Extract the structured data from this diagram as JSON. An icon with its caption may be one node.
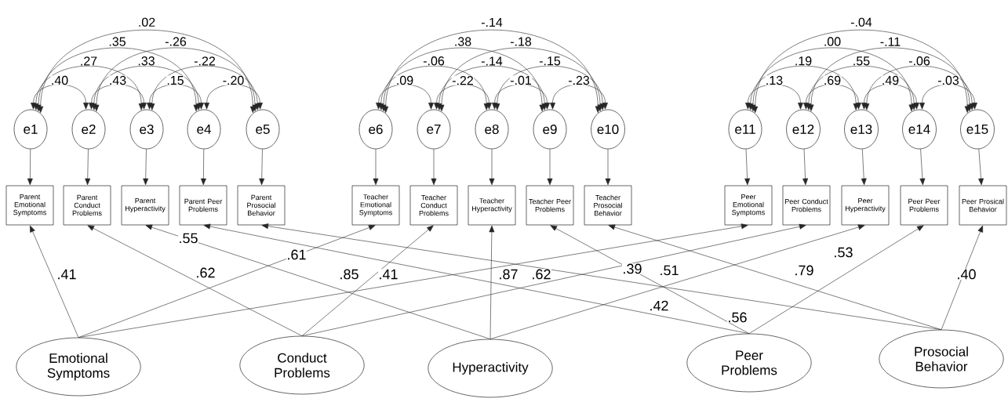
{
  "diagram": {
    "nodes": [
      {
        "text": [
          "e1"
        ]
      },
      {
        "text": [
          "e2"
        ]
      },
      {
        "text": [
          "e3"
        ]
      },
      {
        "text": [
          "e4"
        ]
      },
      {
        "text": [
          "e5"
        ]
      },
      {
        "text": [
          "e6"
        ]
      },
      {
        "text": [
          "e7"
        ]
      },
      {
        "text": [
          "e8"
        ]
      },
      {
        "text": [
          "e9"
        ]
      },
      {
        "text": [
          "e10"
        ]
      },
      {
        "text": [
          "e11"
        ]
      },
      {
        "text": [
          "e12"
        ]
      },
      {
        "text": [
          "e13"
        ]
      },
      {
        "text": [
          "e14"
        ]
      },
      {
        "text": [
          "e15"
        ]
      },
      {
        "text": [
          "Parent Emotional Symptoms"
        ]
      },
      {
        "text": [
          "Parent Conduct Problems"
        ]
      },
      {
        "text": [
          "Parent Hyperactivity"
        ]
      },
      {
        "text": [
          "Parent Peer Problems"
        ]
      },
      {
        "text": [
          "Parent Prosocial Behavior"
        ]
      },
      {
        "text": [
          "Teacher Emotional Symptoms"
        ]
      },
      {
        "text": [
          "Teacher Conduct Problems"
        ]
      },
      {
        "text": [
          "Teacher Hyperactivity"
        ]
      },
      {
        "text": [
          "Teacher Peer Problems"
        ]
      },
      {
        "text": [
          "Teacher Prosocial Behavior"
        ]
      },
      {
        "text": [
          "Peer Emotional Symptoms"
        ]
      },
      {
        "text": [
          "Peer Conduct Problems"
        ]
      },
      {
        "text": [
          "Peer Hyperactivity"
        ]
      },
      {
        "text": [
          "Peer Peer Problems"
        ]
      },
      {
        "text": [
          "Peer Prosical Behavior"
        ]
      },
      {
        "text": [
          "Emotional Symptoms"
        ]
      },
      {
        "text": [
          "Conduct Problems"
        ]
      },
      {
        "text": [
          "Hyperactivity"
        ]
      },
      {
        "text": [
          "Peer Problems"
        ]
      },
      {
        "text": [
          "Prosocial Behavior"
        ]
      }
    ],
    "edges": [
      {
        "from": 0,
        "to": 1,
        "arrow": "both",
        "label": ".40"
      },
      {
        "from": 1,
        "to": 2,
        "arrow": "both",
        "label": ".43"
      },
      {
        "from": 2,
        "to": 3,
        "arrow": "both",
        "label": ".15"
      },
      {
        "from": 3,
        "to": 4,
        "arrow": "both",
        "label": "-.20"
      },
      {
        "from": 0,
        "to": 2,
        "arrow": "both",
        "label": ".27"
      },
      {
        "from": 1,
        "to": 3,
        "arrow": "both",
        "label": ".33"
      },
      {
        "from": 2,
        "to": 4,
        "arrow": "both",
        "label": "-.22"
      },
      {
        "from": 0,
        "to": 3,
        "arrow": "both",
        "label": ".35"
      },
      {
        "from": 1,
        "to": 4,
        "arrow": "both",
        "label": "-.26"
      },
      {
        "from": 0,
        "to": 4,
        "arrow": "both",
        "label": ".02"
      },
      {
        "from": 5,
        "to": 6,
        "arrow": "both",
        "label": ".09"
      },
      {
        "from": 6,
        "to": 7,
        "arrow": "both",
        "label": "-.22"
      },
      {
        "from": 7,
        "to": 8,
        "arrow": "both",
        "label": "-.01"
      },
      {
        "from": 8,
        "to": 9,
        "arrow": "both",
        "label": "-.23"
      },
      {
        "from": 5,
        "to": 7,
        "arrow": "both",
        "label": "-.06"
      },
      {
        "from": 6,
        "to": 8,
        "arrow": "both",
        "label": "-.14"
      },
      {
        "from": 7,
        "to": 9,
        "arrow": "both",
        "label": "-.15"
      },
      {
        "from": 5,
        "to": 8,
        "arrow": "both",
        "label": ".38"
      },
      {
        "from": 6,
        "to": 9,
        "arrow": "both",
        "label": "-.18"
      },
      {
        "from": 5,
        "to": 9,
        "arrow": "both",
        "label": "-.14"
      },
      {
        "from": 10,
        "to": 11,
        "arrow": "both",
        "label": ".13"
      },
      {
        "from": 11,
        "to": 12,
        "arrow": "both",
        "label": ".69"
      },
      {
        "from": 12,
        "to": 13,
        "arrow": "both",
        "label": ".49"
      },
      {
        "from": 13,
        "to": 14,
        "arrow": "both",
        "label": "-.03"
      },
      {
        "from": 10,
        "to": 12,
        "arrow": "both",
        "label": ".19"
      },
      {
        "from": 11,
        "to": 13,
        "arrow": "both",
        "label": ".55"
      },
      {
        "from": 12,
        "to": 14,
        "arrow": "both",
        "label": "-.06"
      },
      {
        "from": 10,
        "to": 13,
        "arrow": "both",
        "label": ".00"
      },
      {
        "from": 11,
        "to": 14,
        "arrow": "both",
        "label": "-.11"
      },
      {
        "from": 10,
        "to": 14,
        "arrow": "both",
        "label": "-.04"
      },
      {
        "from": 0,
        "to": 15,
        "arrow": "to"
      },
      {
        "from": 1,
        "to": 16,
        "arrow": "to"
      },
      {
        "from": 2,
        "to": 17,
        "arrow": "to"
      },
      {
        "from": 3,
        "to": 18,
        "arrow": "to"
      },
      {
        "from": 4,
        "to": 19,
        "arrow": "to"
      },
      {
        "from": 5,
        "to": 20,
        "arrow": "to"
      },
      {
        "from": 6,
        "to": 21,
        "arrow": "to"
      },
      {
        "from": 7,
        "to": 22,
        "arrow": "to"
      },
      {
        "from": 8,
        "to": 23,
        "arrow": "to"
      },
      {
        "from": 9,
        "to": 24,
        "arrow": "to"
      },
      {
        "from": 10,
        "to": 25,
        "arrow": "to"
      },
      {
        "from": 11,
        "to": 26,
        "arrow": "to"
      },
      {
        "from": 12,
        "to": 27,
        "arrow": "to"
      },
      {
        "from": 13,
        "to": 28,
        "arrow": "to"
      },
      {
        "from": 14,
        "to": 29,
        "arrow": "to"
      },
      {
        "from": 30,
        "to": 15,
        "arrow": "to",
        "label": ".41"
      },
      {
        "from": 30,
        "to": 20,
        "arrow": "to",
        "label": ".61"
      },
      {
        "from": 30,
        "to": 25,
        "arrow": "to",
        "label": ".85"
      },
      {
        "from": 31,
        "to": 16,
        "arrow": "to",
        "label": ".62"
      },
      {
        "from": 31,
        "to": 21,
        "arrow": "to",
        "label": ".41"
      },
      {
        "from": 31,
        "to": 26,
        "arrow": "to",
        "label": ".62"
      },
      {
        "from": 32,
        "to": 17,
        "arrow": "to",
        "label": ".55"
      },
      {
        "from": 32,
        "to": 22,
        "arrow": "to",
        "label": ".87"
      },
      {
        "from": 32,
        "to": 27,
        "arrow": "to",
        "label": ".51"
      },
      {
        "from": 33,
        "to": 18,
        "arrow": "to",
        "label": ".56"
      },
      {
        "from": 33,
        "to": 23,
        "arrow": "to",
        "label": ".39"
      },
      {
        "from": 33,
        "to": 28,
        "arrow": "to",
        "label": ".53"
      },
      {
        "from": 34,
        "to": 19,
        "arrow": "to",
        "label": ".42"
      },
      {
        "from": 34,
        "to": 24,
        "arrow": "to",
        "label": ".79"
      },
      {
        "from": 34,
        "to": 29,
        "arrow": "to",
        "label": ".40"
      }
    ]
  }
}
